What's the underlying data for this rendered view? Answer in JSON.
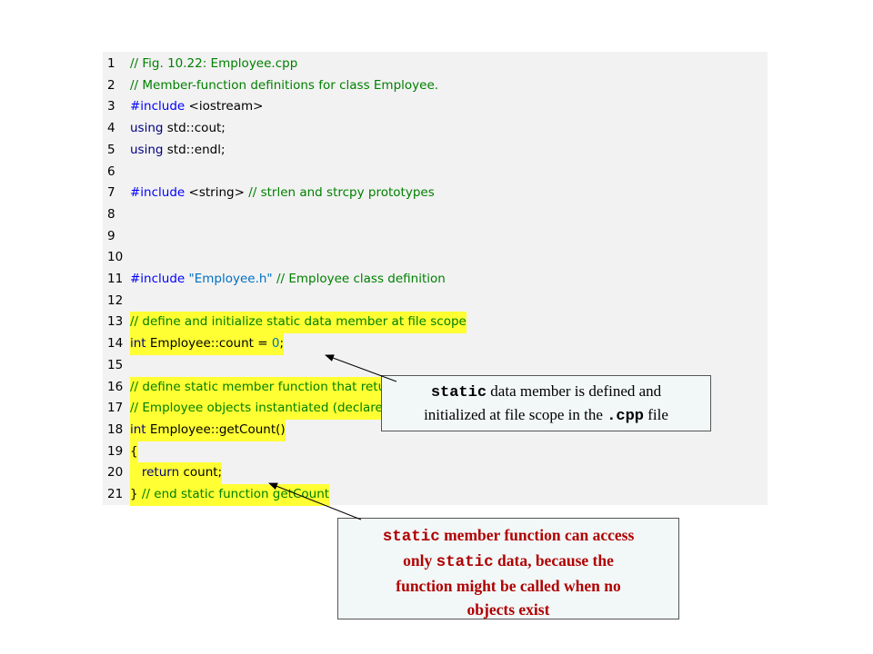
{
  "code": {
    "lines": [
      {
        "n": "1",
        "hl": false,
        "parts": [
          {
            "t": "cm",
            "s": "// Fig. 10.22: Employee.cpp"
          }
        ]
      },
      {
        "n": "2",
        "hl": false,
        "parts": [
          {
            "t": "cm",
            "s": "// Member-function definitions for class Employee."
          }
        ]
      },
      {
        "n": "3",
        "hl": false,
        "parts": [
          {
            "t": "pp",
            "s": "#include "
          },
          {
            "t": "tx",
            "s": "<iostream>"
          }
        ]
      },
      {
        "n": "4",
        "hl": false,
        "parts": [
          {
            "t": "kw",
            "s": "using "
          },
          {
            "t": "tx",
            "s": "std::cout;"
          }
        ]
      },
      {
        "n": "5",
        "hl": false,
        "parts": [
          {
            "t": "kw",
            "s": "using "
          },
          {
            "t": "tx",
            "s": "std::endl;"
          }
        ]
      },
      {
        "n": "6",
        "hl": false,
        "parts": []
      },
      {
        "n": "7",
        "hl": false,
        "parts": [
          {
            "t": "pp",
            "s": "#include "
          },
          {
            "t": "tx",
            "s": "<string> "
          },
          {
            "t": "cm",
            "s": "// strlen and strcpy prototypes"
          }
        ]
      },
      {
        "n": "8",
        "hl": false,
        "parts": []
      },
      {
        "n": "9",
        "hl": false,
        "parts": []
      },
      {
        "n": "10",
        "hl": false,
        "parts": []
      },
      {
        "n": "11",
        "hl": false,
        "parts": [
          {
            "t": "pp",
            "s": "#include "
          },
          {
            "t": "str",
            "s": "\"Employee.h\" "
          },
          {
            "t": "cm",
            "s": "// Employee class definition"
          }
        ]
      },
      {
        "n": "12",
        "hl": false,
        "parts": []
      },
      {
        "n": "13",
        "hl": true,
        "parts": [
          {
            "t": "cm",
            "s": "// define and initialize static data member at file scope"
          }
        ]
      },
      {
        "n": "14",
        "hl": true,
        "parts": [
          {
            "t": "kw",
            "s": "int "
          },
          {
            "t": "tx",
            "s": "Employee::count = "
          },
          {
            "t": "num",
            "s": "0"
          },
          {
            "t": "tx",
            "s": ";"
          }
        ]
      },
      {
        "n": "15",
        "hl": false,
        "parts": []
      },
      {
        "n": "16",
        "hl": true,
        "parts": [
          {
            "t": "cm",
            "s": "// define static member function that returns number of"
          }
        ]
      },
      {
        "n": "17",
        "hl": true,
        "parts": [
          {
            "t": "cm",
            "s": "// Employee objects instantiated (declared static in Employee.h)"
          }
        ]
      },
      {
        "n": "18",
        "hl": true,
        "parts": [
          {
            "t": "kw",
            "s": "int "
          },
          {
            "t": "tx",
            "s": "Employee::getCount()"
          }
        ]
      },
      {
        "n": "19",
        "hl": true,
        "parts": [
          {
            "t": "tx",
            "s": "{"
          }
        ]
      },
      {
        "n": "20",
        "hl": true,
        "parts": [
          {
            "t": "tx",
            "s": "   "
          },
          {
            "t": "kw",
            "s": "return "
          },
          {
            "t": "tx",
            "s": "count;"
          }
        ]
      },
      {
        "n": "21",
        "hl": true,
        "parts": [
          {
            "t": "tx",
            "s": "} "
          },
          {
            "t": "cm",
            "s": "// end static function getCount"
          }
        ]
      }
    ]
  },
  "callouts": {
    "c1": {
      "code_word": "static",
      "text_a": " data member is defined and",
      "text_b": "initialized at file scope in the ",
      "code_ext": ".cpp",
      "text_c": " file"
    },
    "c2": {
      "code_word1": "static",
      "text_a": " member function can access",
      "text_b": "only ",
      "code_word2": "static",
      "text_c": " data, because the",
      "text_d": "function might be called when no",
      "text_e": "objects exist"
    }
  },
  "colors": {
    "panel": "#f2f2f2",
    "highlight": "#ffff33",
    "comment": "#008000",
    "preprocessor": "#0000ff",
    "keyword": "#000080",
    "callout2_text": "#b00000"
  }
}
